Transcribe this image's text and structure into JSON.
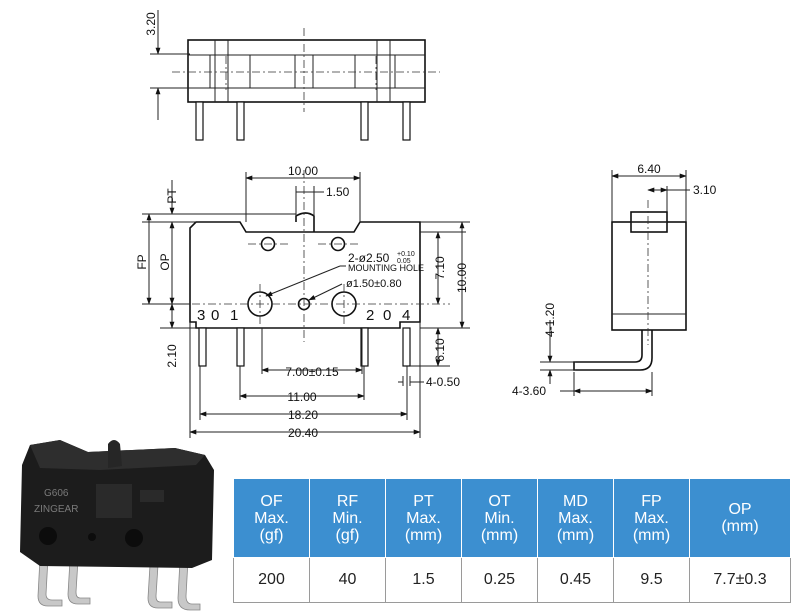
{
  "top_view": {
    "height_dim": "3.20"
  },
  "front_view": {
    "dim_width_top": "10.00",
    "dim_actuator": "1.50",
    "label_pt": "PT",
    "label_fp": "FP",
    "label_op": "OP",
    "hole_callout_1": "2-ø2.50",
    "hole_callout_tol_upper": "+0.10",
    "hole_callout_tol_lower": "0.05",
    "hole_callout_2": "MOUNTING HOLE",
    "pivot_callout": "ø1.50±0.80",
    "pin_labels": [
      "3",
      "0",
      "1",
      "2",
      "0",
      "4"
    ],
    "dim_7_10": "7.10",
    "dim_10_00": "10.00",
    "dim_2_10": "2.10",
    "dim_6_10": "6.10",
    "dim_pin_pitch": "7.00±0.15",
    "dim_pin_thickness": "4-0.50",
    "dim_11_00": "11.00",
    "dim_18_20": "18.20",
    "dim_20_40": "20.40"
  },
  "side_view": {
    "dim_6_40": "6.40",
    "dim_3_10": "3.10",
    "dim_4_1_20": "4-1.20",
    "dim_4_3_60": "4-3.60"
  },
  "photo": {
    "label_1": "G606",
    "label_2": "ZINGEAR",
    "body_color": "#1c1c1c",
    "pin_color": "#c8c8c8"
  },
  "spec_table": {
    "headers": [
      [
        "OF",
        "Max.",
        "(gf)"
      ],
      [
        "RF",
        "Min.",
        "(gf)"
      ],
      [
        "PT",
        "Max.",
        "(mm)"
      ],
      [
        "OT",
        "Min.",
        "(mm)"
      ],
      [
        "MD",
        "Max.",
        "(mm)"
      ],
      [
        "FP",
        "Max.",
        "(mm)"
      ],
      [
        "OP",
        "(mm)"
      ]
    ],
    "values": [
      "200",
      "40",
      "1.5",
      "0.25",
      "0.45",
      "9.5",
      "7.7±0.3"
    ],
    "header_color": "#3c8fd0"
  }
}
